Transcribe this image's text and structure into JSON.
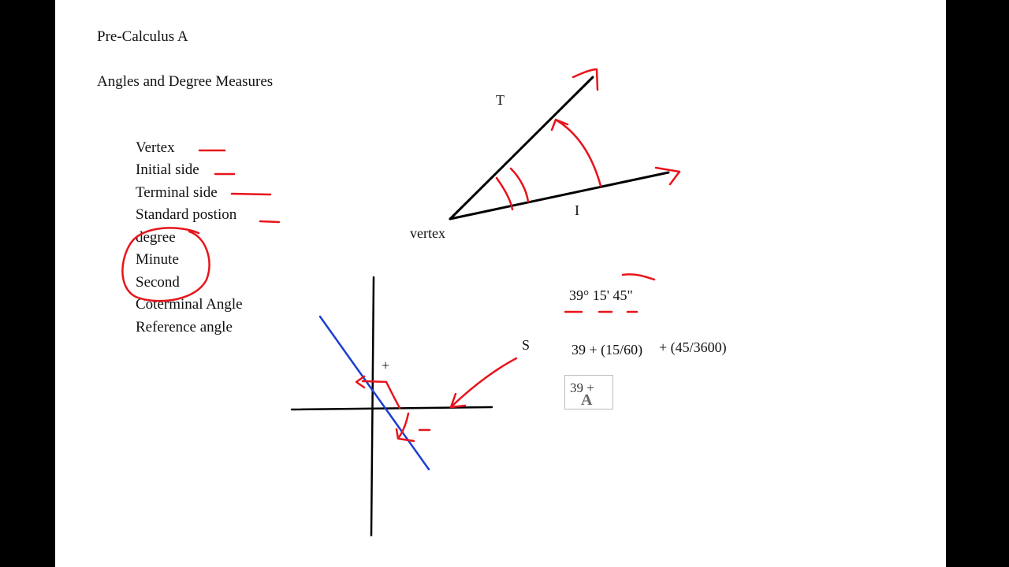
{
  "document": {
    "title": "Pre-Calculus A",
    "subtitle": "Angles and Degree Measures",
    "terms": [
      "Vertex",
      "Initial side",
      "Terminal side",
      "Standard postion",
      "degree",
      "Minute",
      "Second",
      "Coterminal Angle",
      "Reference angle"
    ]
  },
  "diagram": {
    "terminal_label": "T",
    "initial_label": "I",
    "vertex_label": "vertex",
    "plus_label": "+",
    "standard_label": "S"
  },
  "math": {
    "dms": "39° 15' 45\"",
    "expr_part1": "39 + (15/60)",
    "expr_part2": "+ (45/3600)",
    "textbox_value": "39 +",
    "textbox_icon": "A"
  },
  "colors": {
    "ink_red": "#e8141b",
    "line_blue": "#1a3fd0",
    "page": "#ffffff",
    "frame": "#000000"
  }
}
